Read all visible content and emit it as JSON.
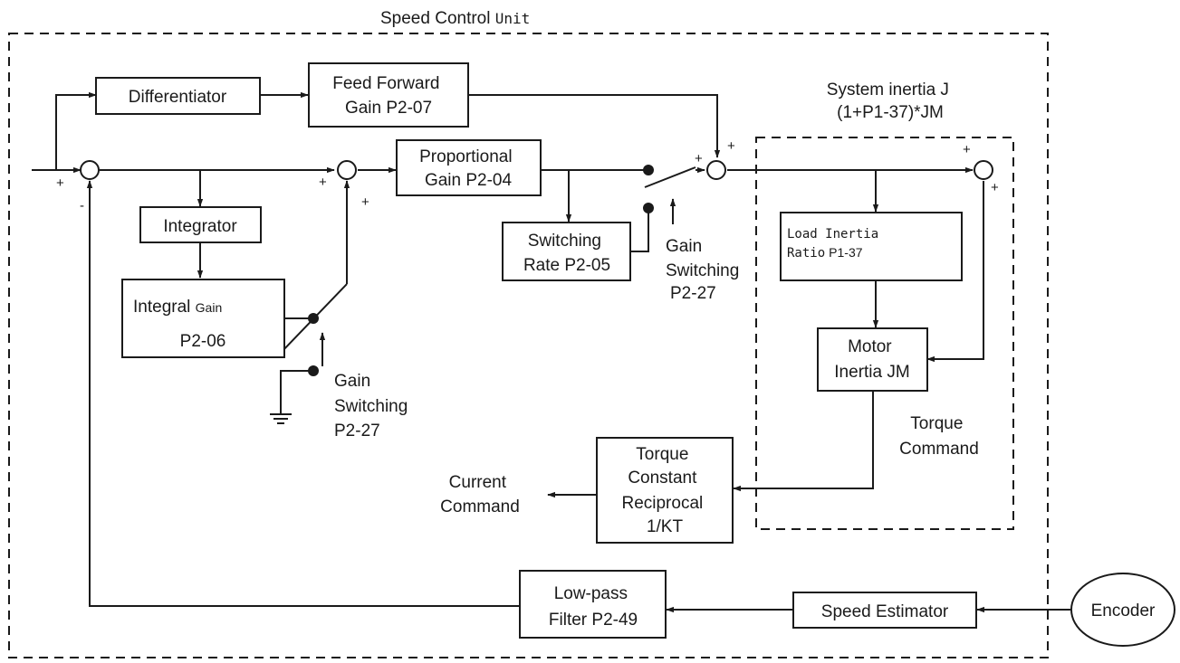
{
  "title": {
    "speed": "Speed Control",
    "unit": "Unit"
  },
  "inertia": {
    "line1": "System inertia J",
    "line2": "(1+P1-37)*JM"
  },
  "blocks": {
    "differentiator": "Differentiator",
    "feed_forward": [
      "Feed Forward",
      "Gain P2-07"
    ],
    "proportional": [
      "Proportional",
      "Gain P2-04"
    ],
    "integrator": "Integrator",
    "integral_gain": {
      "main": "Integral",
      "small": "Gain",
      "param": "P2-06"
    },
    "switching_rate": [
      "Switching",
      "Rate P2-05"
    ],
    "load_inertia": [
      "Load Inertia",
      "Ratio",
      "P1-37"
    ],
    "motor_inertia": [
      "Motor",
      "Inertia JM"
    ],
    "torque_constant": [
      "Torque",
      "Constant",
      "Reciprocal",
      "1/KT"
    ],
    "low_pass": [
      "Low-pass",
      "Filter P2-49"
    ],
    "speed_estimator": "Speed Estimator",
    "encoder": "Encoder"
  },
  "labels": {
    "gain_switching_1": [
      "Gain",
      "Switching",
      "P2-27"
    ],
    "gain_switching_2": [
      "Gain",
      "Switching",
      "P2-27"
    ],
    "torque_command": [
      "Torque",
      "Command"
    ],
    "current_command": [
      "Current",
      "Command"
    ]
  },
  "signs": {
    "plus": "+",
    "minus": "-"
  }
}
